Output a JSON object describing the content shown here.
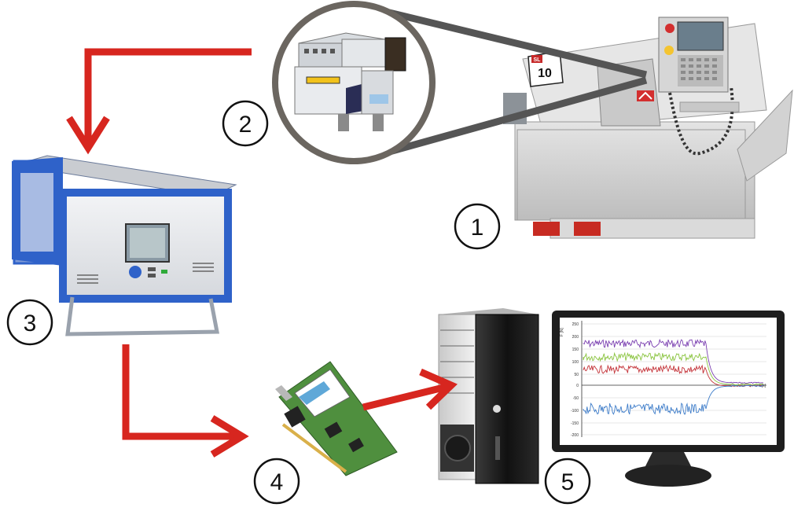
{
  "diagram": {
    "step_labels": [
      "1",
      "2",
      "3",
      "4",
      "5"
    ],
    "lathe": {
      "badge_top": "SL",
      "badge_number": "10"
    },
    "monitor_chart": {
      "y_axis_label": "F [N]",
      "x_axis_label": "t [s]",
      "y_ticks": [
        "250",
        "200",
        "150",
        "100",
        "50",
        "0",
        "-50",
        "-100",
        "-150",
        "-200"
      ]
    },
    "colors": {
      "arrow": "#d7261f",
      "outline": "#111111",
      "amplifier_blue": "#2f62c9",
      "purple_series": "#7a3fb0",
      "green_series": "#8ac43f",
      "red_series": "#c4343a",
      "blue_series": "#3d7cc9"
    }
  }
}
